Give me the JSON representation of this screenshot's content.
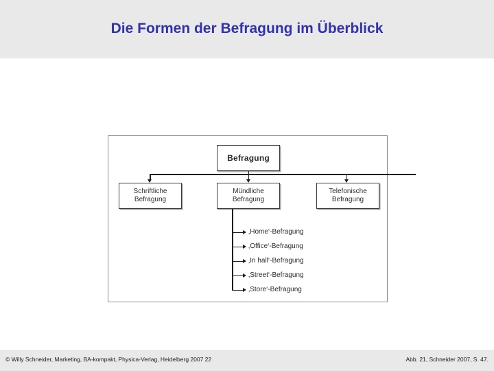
{
  "slide": {
    "title": "Die Formen der Befragung im Überblick",
    "title_color": "#3333a8",
    "header_background": "#e9e9e9",
    "body_background": "#ffffff"
  },
  "figure": {
    "root": {
      "label": "Befragung"
    },
    "children": [
      {
        "line1": "Schriftliche",
        "line2": "Befragung"
      },
      {
        "line1": "Mündliche",
        "line2": "Befragung"
      },
      {
        "line1": "Telefonische",
        "line2": "Befragung"
      }
    ],
    "sub_items": [
      {
        "label": "‚Home‘-Befragung"
      },
      {
        "label": "‚Office‘-Befragung"
      },
      {
        "label": "‚In hall‘-Befragung"
      },
      {
        "label": "‚Street‘-Befragung"
      },
      {
        "label": "‚Store‘-Befragung"
      }
    ]
  },
  "footer": {
    "left": "© Willy Schneider, Marketing, BA-kompakt, Physica-Verlag, Heidelberg 2007   22",
    "right": "Abb. 21, Schneider 2007, S. 47.",
    "background": "#e9e9e9"
  }
}
